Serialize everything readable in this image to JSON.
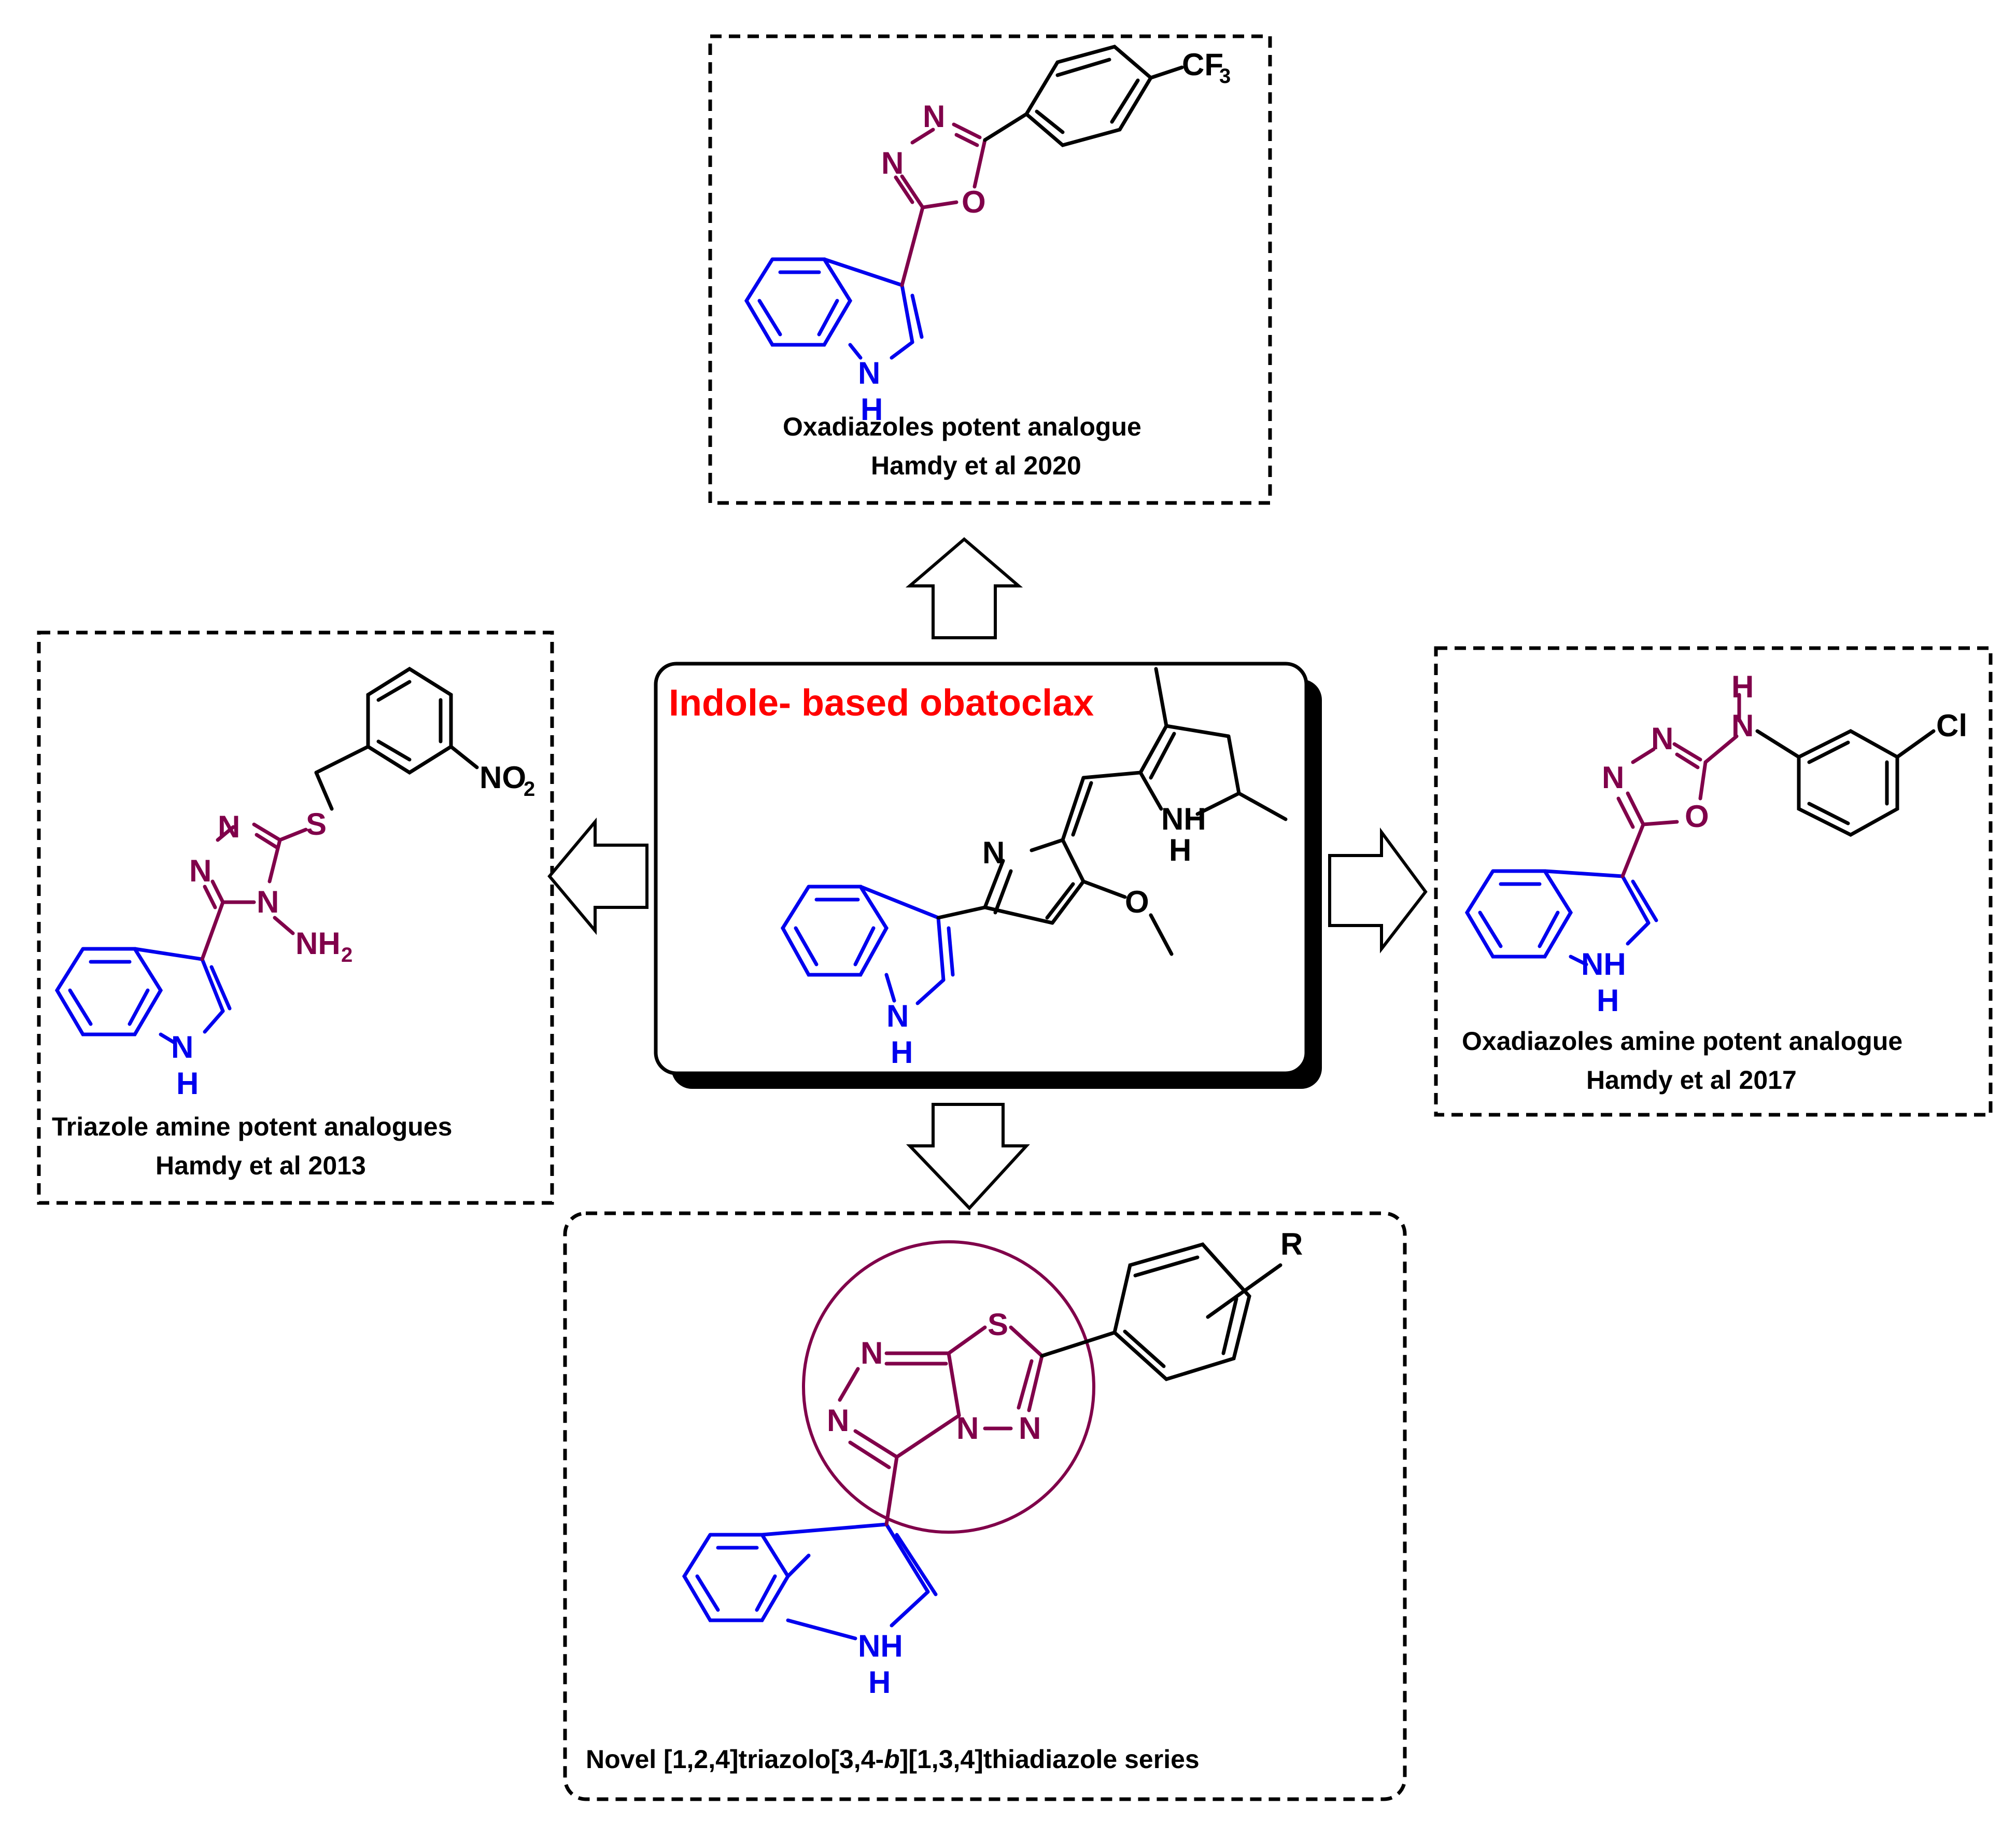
{
  "colors": {
    "indole": "#0000ee",
    "heterocycle": "#80004a",
    "black": "#000000",
    "title_red": "#ff0000"
  },
  "center": {
    "title": "Indole- based obatoclax"
  },
  "top": {
    "caption_line1": "Oxadiazoles  potent analogue",
    "caption_line2": "Hamdy et al 2020"
  },
  "left": {
    "caption_line1": "Triazole amine potent analogues",
    "caption_line2": "Hamdy et al 2013"
  },
  "right": {
    "caption_line1": "Oxadiazoles amine potent analogue",
    "caption_line2": "Hamdy et al 2017"
  },
  "bottom": {
    "caption_line1": "Novel [1,2,4]triazolo[3,4-",
    "caption_italic": "b",
    "caption_line2": "][1,3,4]thiadiazole series"
  },
  "atoms": {
    "N": "N",
    "O": "O",
    "S": "S",
    "H": "H",
    "R": "R",
    "Cl": "Cl",
    "CF": "CF",
    "three": "3",
    "NO": "NO",
    "NH": "NH",
    "two": "2"
  }
}
